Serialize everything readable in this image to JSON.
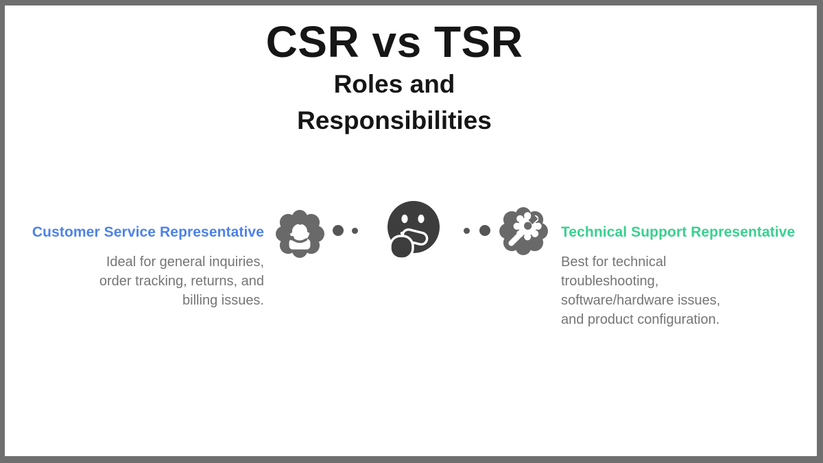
{
  "page": {
    "title": "CSR vs TSR",
    "subtitle_line1": "Roles and",
    "subtitle_line2": "Responsibilities"
  },
  "csr": {
    "heading": "Customer Service Representative",
    "body_lines": [
      "Ideal for general inquiries,",
      "order tracking, returns, and",
      "billing issues."
    ]
  },
  "tsr": {
    "heading": "Technical Support Representative",
    "body_lines": [
      "Best for technical",
      "troubleshooting,",
      "software/hardware issues,",
      "and product configuration."
    ]
  },
  "icons": {
    "left": "customer-service-agent-icon",
    "center": "thinking-face-icon",
    "right": "gear-wrench-icon"
  },
  "colors": {
    "csr_blue": "#4d82ea",
    "tsr_green": "#38d18f",
    "body_gray": "#757575",
    "title_black": "#161616",
    "border_gray": "#6f6f6f",
    "badge_gray": "#696969",
    "emoji_dark": "#3d3d3d",
    "dot_gray": "#565656",
    "background": "#ffffff"
  }
}
